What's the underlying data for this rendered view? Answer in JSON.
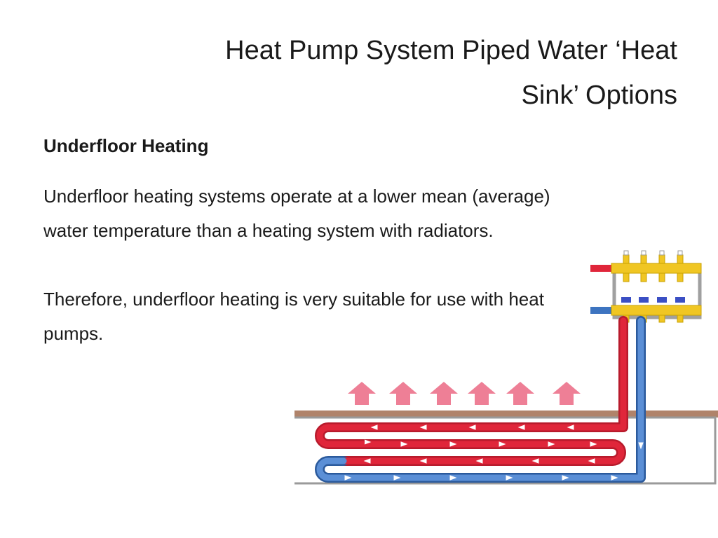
{
  "slide": {
    "title_line1": "Heat Pump System Piped Water ‘Heat",
    "title_line2": "Sink’ Options",
    "heading": "Underfloor Heating",
    "paragraph1": "Underfloor heating systems operate at a lower mean (average) water temperature than a heating system with radiators.",
    "paragraph2": "Therefore, underfloor heating is very suitable for use with heat pumps."
  },
  "diagram": {
    "colors": {
      "hot_pipe": "#e0263a",
      "cold_pipe": "#3d74c0",
      "heat_arrow": "#ee7f96",
      "floor": "#b0836a",
      "manifold_brass": "#f0c623",
      "manifold_frame": "#a0a0a0",
      "valve_blue": "#3b4fc4"
    },
    "heat_arrow_count": 6
  }
}
